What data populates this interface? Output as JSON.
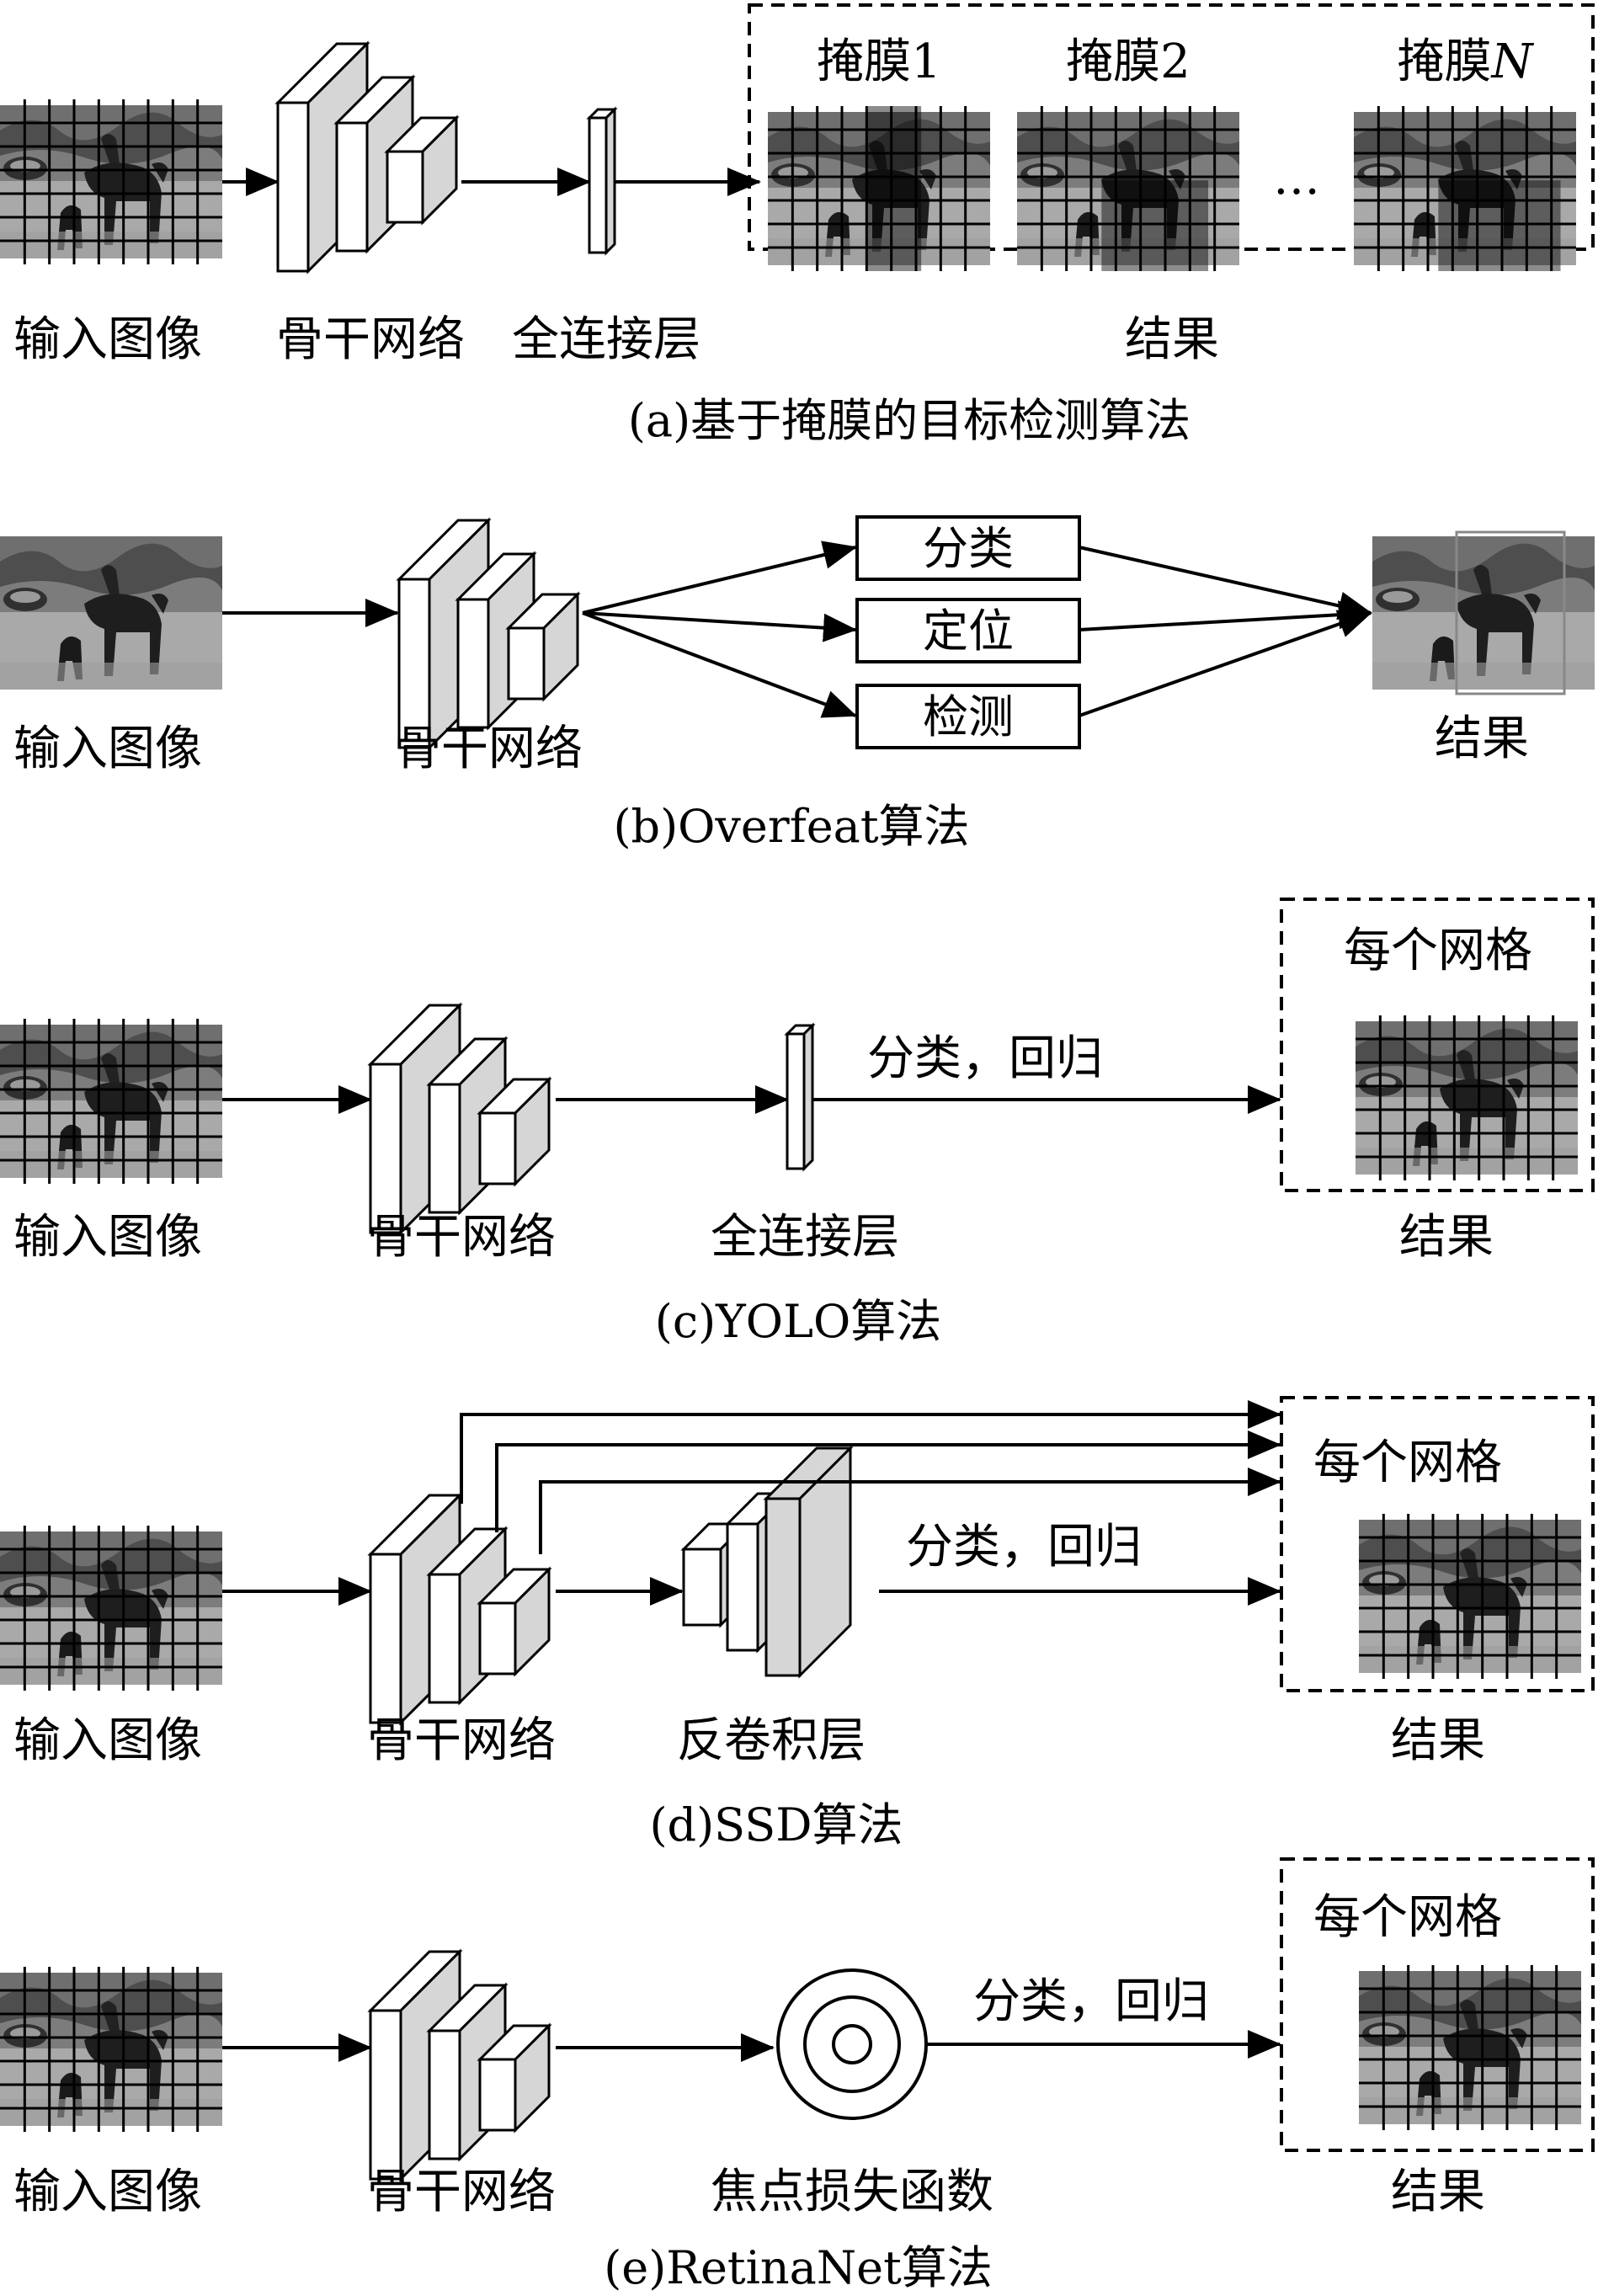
{
  "colors": {
    "line": "#000000",
    "block_face": "#ffffff",
    "block_shade": "#d6d6d6",
    "photo_dark": "#2a2a2a",
    "photo_mid": "#7a7a7a",
    "photo_light": "#b8b8b8"
  },
  "icons": [
    "grid-photo",
    "backbone-block",
    "fc-layer-block",
    "deconv-block",
    "focal-loss-circle",
    "arrow"
  ],
  "panel_a": {
    "labels": {
      "input": "输入图像",
      "backbone": "骨干网络",
      "fc": "全连接层",
      "result": "结果"
    },
    "masks": [
      {
        "title": "掩膜",
        "index": "1",
        "italic": false
      },
      {
        "title": "掩膜",
        "index": "2",
        "italic": false
      },
      {
        "title": "掩膜",
        "index": "N",
        "italic": true
      }
    ],
    "ellipsis": "…",
    "caption": "(a)基于掩膜的目标检测算法"
  },
  "panel_b": {
    "labels": {
      "input": "输入图像",
      "backbone": "骨干网络",
      "result": "结果"
    },
    "heads": [
      "分类",
      "定位",
      "检测"
    ],
    "caption": "(b)Overfeat算法"
  },
  "panel_c": {
    "labels": {
      "input": "输入图像",
      "backbone": "骨干网络",
      "fc": "全连接层",
      "result": "结果"
    },
    "arrow_text": "分类，回归",
    "box_title": "每个网格",
    "caption": "(c)YOLO算法"
  },
  "panel_d": {
    "labels": {
      "input": "输入图像",
      "backbone": "骨干网络",
      "deconv": "反卷积层",
      "result": "结果"
    },
    "arrow_text": "分类，回归",
    "box_title": "每个网格",
    "caption": "(d)SSD算法"
  },
  "panel_e": {
    "labels": {
      "input": "输入图像",
      "backbone": "骨干网络",
      "loss": "焦点损失函数",
      "result": "结果"
    },
    "arrow_text": "分类，回归",
    "box_title": "每个网格",
    "caption": "(e)RetinaNet算法"
  }
}
